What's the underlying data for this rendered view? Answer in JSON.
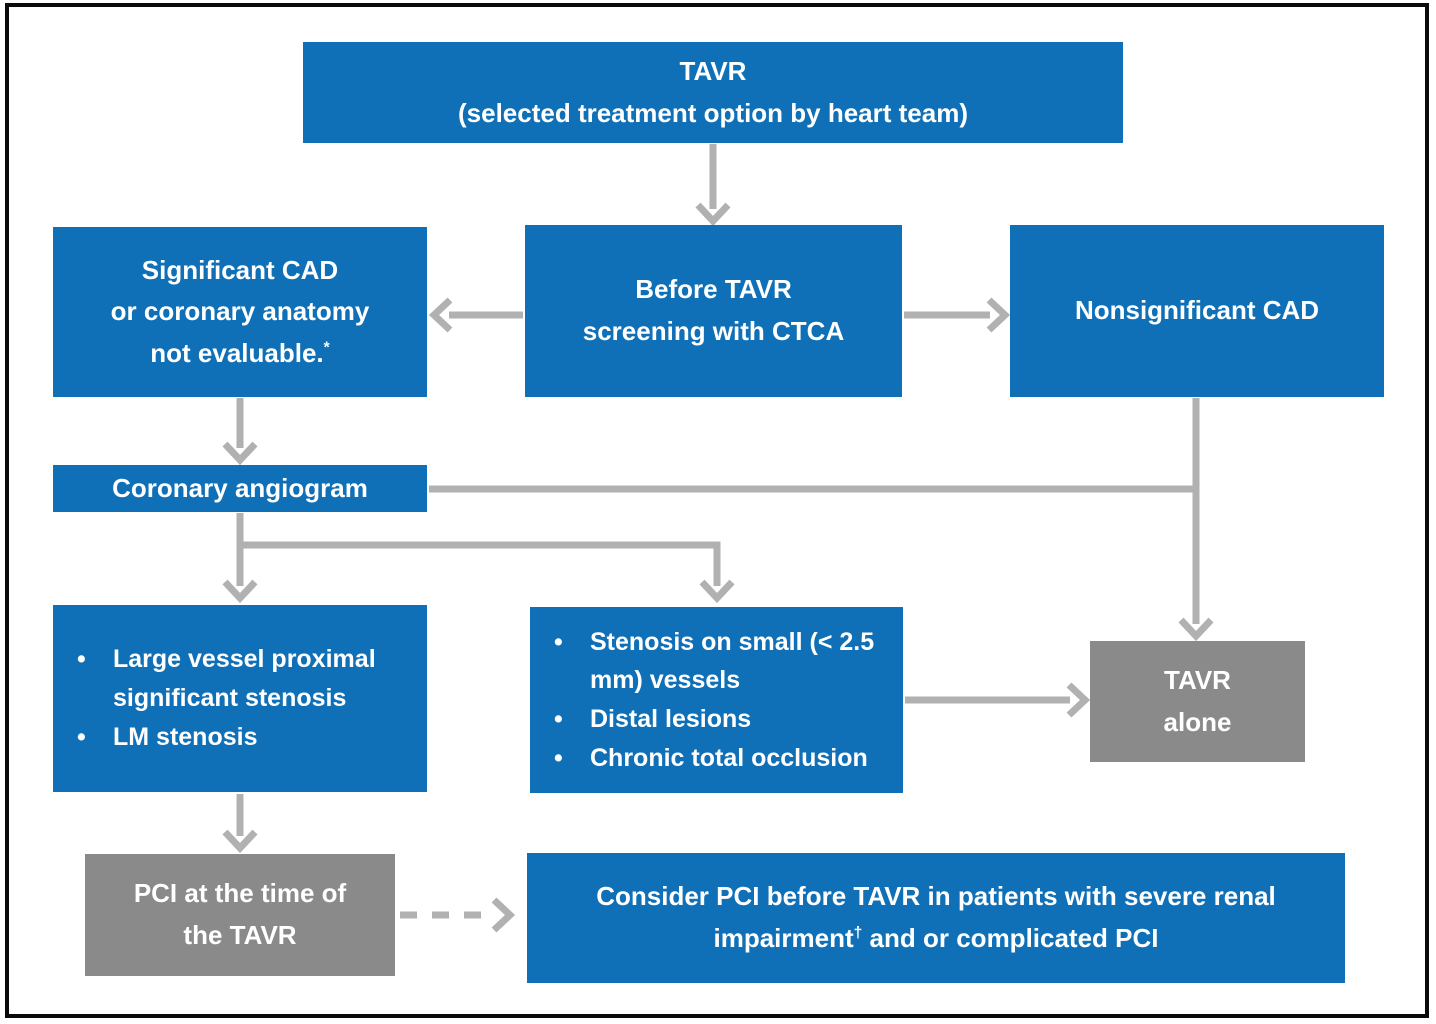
{
  "colors": {
    "box_blue": "#0f70b7",
    "box_gray": "#8a8a8a",
    "arrow_gray": "#b1b1b1",
    "frame_border": "#0a0a0a",
    "text": "#ffffff"
  },
  "glyphs": {
    "bullet": "•"
  },
  "nodes": {
    "root": {
      "line1": "TAVR",
      "line2": "(selected treatment option by heart team)"
    },
    "significant_cad": {
      "line1": "Significant CAD",
      "line2": "or coronary anatomy",
      "line3": "not evaluable.",
      "line3_sup": "*"
    },
    "screening": {
      "line1": "Before TAVR",
      "line2": "screening with CTCA"
    },
    "nonsignificant_cad": {
      "line1": "Nonsignificant CAD"
    },
    "angiogram": {
      "line1": "Coronary angiogram"
    },
    "large_vessel": {
      "items": [
        "Large vessel proximal significant stenosis",
        "LM stenosis"
      ]
    },
    "small_vessel": {
      "items": [
        "Stenosis on small (< 2.5 mm) vessels",
        "Distal lesions",
        "Chronic total occlusion"
      ]
    },
    "tavr_alone": {
      "line1": "TAVR",
      "line2": "alone"
    },
    "pci_time": {
      "line1": "PCI at the time of",
      "line2": "the TAVR"
    },
    "consider_pci": {
      "line1": "Consider PCI before TAVR in patients with severe renal",
      "line2_pre": "impairment",
      "line2_sup": "†",
      "line2_post": " and or complicated PCI"
    }
  }
}
